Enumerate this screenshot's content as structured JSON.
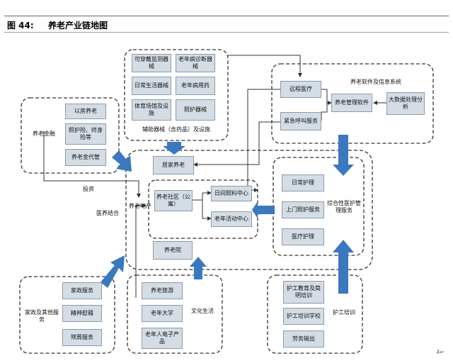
{
  "header": {
    "figure_label": "图 44:",
    "title": "养老产业链地图",
    "return_mark": "↵"
  },
  "clusters": {
    "finance": {
      "label": "养老金融",
      "items": [
        "以房养老",
        "照护险、终身险等",
        "养老金代管"
      ]
    },
    "equipment": {
      "caption": "辅助器械（含药品）及设施",
      "items": [
        "可穿戴监测器械",
        "老年病诊断器械",
        "日常生活器械",
        "老年病用药",
        "体育场馆及设施",
        "照护器械"
      ]
    },
    "software": {
      "label": "养老软件及信息系统",
      "items": [
        "远程医疗",
        "紧急呼叫服务",
        "养老管理软件",
        "大数据处理分析"
      ]
    },
    "core": {
      "home": "居家养老",
      "community": "养老社区（公寓）",
      "daycare": "日间照料中心",
      "activity": "老年活动中心",
      "nursing": "养老院",
      "main_label": "养老地产",
      "medical_label": "医养结合",
      "invest_label": "投资"
    },
    "care": {
      "label": "综合性医护管理服务",
      "items": [
        "日常护理",
        "上门照护服务",
        "医疗护理"
      ]
    },
    "household": {
      "label": "家政及其他服务",
      "items": [
        "家政服务",
        "精神慰藉",
        "殡葬服务"
      ]
    },
    "culture": {
      "label": "文化生活",
      "items": [
        "养老旅游",
        "老年大学",
        "老年人电子产品"
      ]
    },
    "training": {
      "label": "护工培训",
      "items": [
        "护工教育及简明培训",
        "护工培训学校",
        "劳务输出"
      ]
    }
  },
  "footer": {
    "page_mark": "4↵"
  }
}
